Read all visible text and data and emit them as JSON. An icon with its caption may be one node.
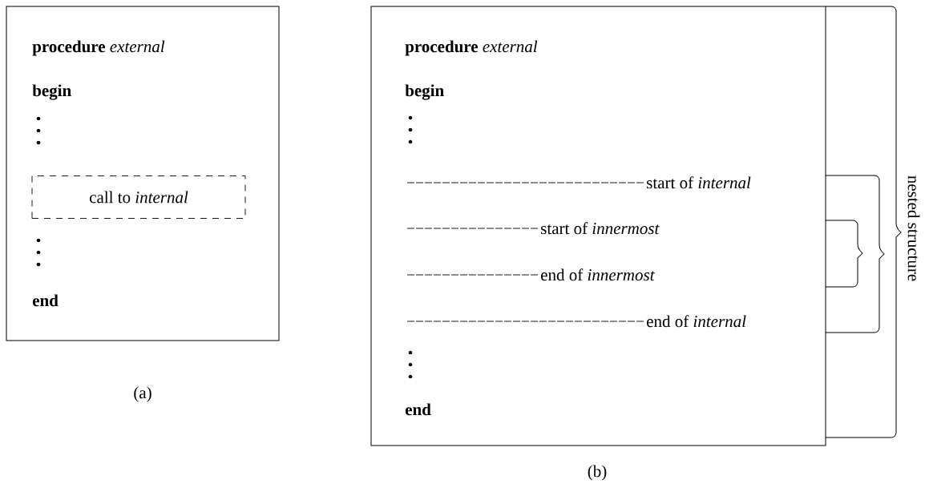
{
  "diagram": {
    "nodes": [
      {
        "text": [
          "**procedure** *external*",
          "begin",
          "end"
        ]
      },
      {
        "text": [
          "call to *internal*"
        ],
        "in": 0
      },
      {
        "text": [
          "**procedure** *external*",
          "begin",
          "end"
        ]
      }
    ],
    "labels": [
      "start of *internal*",
      "start of *innermost*",
      "end of *innermost*",
      "end of *internal*",
      "nested structure",
      "(a)",
      "(b)"
    ]
  }
}
